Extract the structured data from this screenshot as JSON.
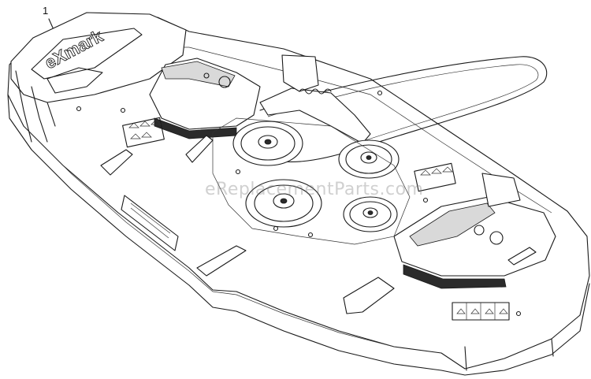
{
  "diagram": {
    "callout_number": "1",
    "watermark": "eReplacementParts.com",
    "logo_text": "eXmark"
  },
  "colors": {
    "line": "#1a1a1a",
    "background": "#ffffff",
    "watermark": "#787878"
  }
}
